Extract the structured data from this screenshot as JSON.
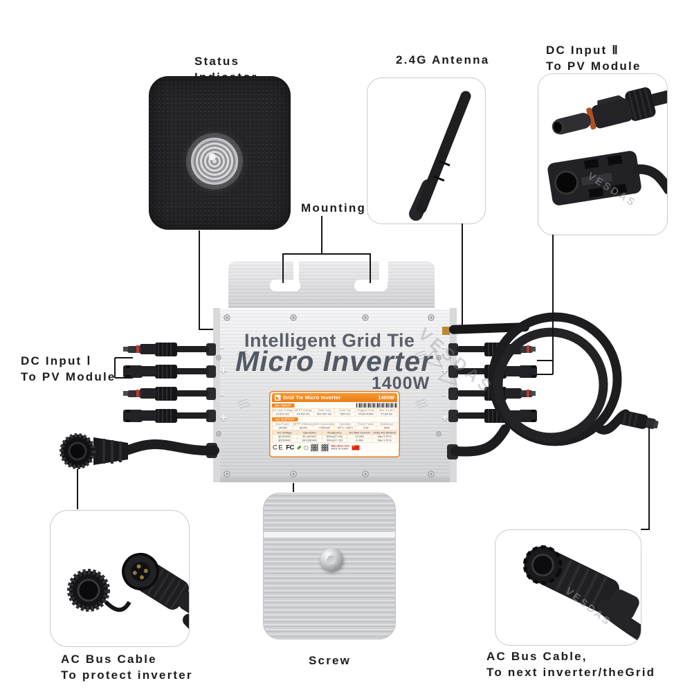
{
  "callouts": {
    "status_indicator": {
      "line1": "Status",
      "line2": "Indicator"
    },
    "antenna": {
      "label": "2.4G Antenna"
    },
    "dc_input_2": {
      "line1": "DC Input Ⅱ",
      "line2": "To PV Module"
    },
    "mounting": {
      "label": "Mounting"
    },
    "dc_input_1": {
      "line1": "DC Input Ⅰ",
      "line2": "To PV Module"
    },
    "ac_bus_left": {
      "line1": "AC Bus Cable",
      "line2": "To protect inverter"
    },
    "screw": {
      "label": "Screw"
    },
    "ac_bus_right": {
      "line1": "AC Bus Cable,",
      "line2": "To next inverter/theGrid"
    }
  },
  "device": {
    "brand_line1": "Intelligent Grid Tie",
    "brand_line2": "Micro Inverter",
    "power": "1400W",
    "polarity": [
      "-",
      "+",
      "-",
      "+"
    ],
    "watermark": "VESDAS"
  },
  "spec_label": {
    "title": "Grid Tie Micro Inverter",
    "power": "1400W",
    "dc_input": {
      "section": "DC INPUT",
      "headers": [
        "DC Input Voltage",
        "MPPT Voltage",
        "Solar Vmp",
        "Solar Voc",
        "Suggest Solar",
        "Max Current"
      ],
      "values": [
        "19-50V DC",
        "24-45V DC",
        "26V-42V DC",
        "<50V DC",
        "4*250-400W",
        "4*13A DC"
      ]
    },
    "ac_output": {
      "section": "AC OUTPUT",
      "headers": [
        "Max Power",
        "MPPT Efficiency",
        "Self-Consumption",
        "Operation",
        "Power Factor",
        "Waterproof"
      ],
      "values": [
        "1400W",
        "99.5%",
        "<700mW",
        "-40°C~+65°C",
        "0.99",
        "IP65"
      ]
    },
    "ac_table": {
      "headers": [
        "AC Voltage",
        "Operation",
        "Frequency",
        "AC Max Current",
        "Units Per Branch"
      ],
      "rows": [
        [
          "@120VAC",
          "80-160VAC",
          "60Hz(57~62)",
          "14.20A",
          "Max 5 PCS"
        ],
        [
          "@230VAC",
          "180-280VAC",
          "50Hz(47~52)",
          "6.09A",
          "Max 9 PCS"
        ]
      ]
    },
    "footer": {
      "ce": "CE",
      "fcc": "FC",
      "maker": "Wars Rush Tech",
      "made_in": "MADE IN CHINA",
      "flag_star": "★"
    }
  }
}
